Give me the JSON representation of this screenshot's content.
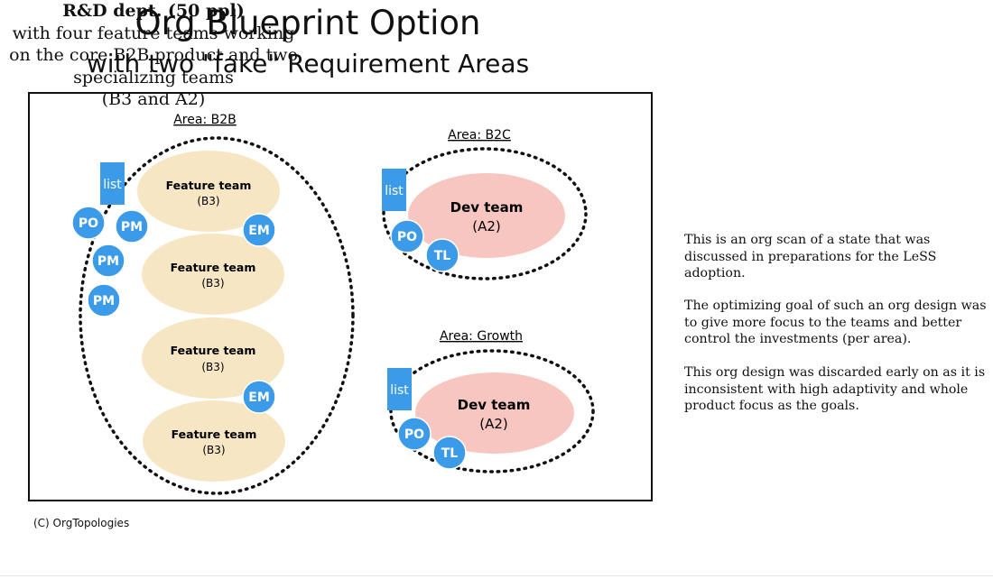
{
  "header": {
    "title": "Org Blueprint Option",
    "subtitle": "with two \"fake\" Requirement Areas"
  },
  "areas": {
    "b2b": {
      "label": "Area: B2B",
      "teams": [
        {
          "name": "Feature team",
          "code": "(B3)"
        },
        {
          "name": "Feature team",
          "code": "(B3)"
        },
        {
          "name": "Feature team",
          "code": "(B3)"
        },
        {
          "name": "Feature team",
          "code": "(B3)"
        }
      ],
      "list": "list",
      "roles": [
        "PO",
        "PM",
        "PM",
        "PM",
        "EM",
        "EM"
      ]
    },
    "b2c": {
      "label": "Area: B2C",
      "team": {
        "name": "Dev team",
        "code": "(A2)"
      },
      "list": "list",
      "roles": [
        "PO",
        "TL"
      ]
    },
    "growth": {
      "label": "Area: Growth",
      "team": {
        "name": "Dev team",
        "code": "(A2)"
      },
      "list": "list",
      "roles": [
        "PO",
        "TL"
      ]
    }
  },
  "colors": {
    "feature_team": "#f7e6c4",
    "dev_team": "#f8c6c0",
    "role": "#3c9be8",
    "list": "#3c9be8"
  },
  "sidebar": {
    "heading_bold": "R&D dept. (50 ppl)",
    "heading_lines": [
      "with four feature teams working",
      "on the core B2B product and two",
      "specializing teams",
      "(B3 and A2)"
    ],
    "paragraphs": [
      "This is an org scan of a state that was discussed in preparations for the LeSS adoption.",
      "The optimizing goal of such an org design was to give more focus to the teams and better control the investments (per area).",
      "This org design was discarded early on as it is inconsistent with high adaptivity and whole product focus as the goals."
    ]
  },
  "footer": {
    "copyright": "(C) OrgTopologies"
  }
}
